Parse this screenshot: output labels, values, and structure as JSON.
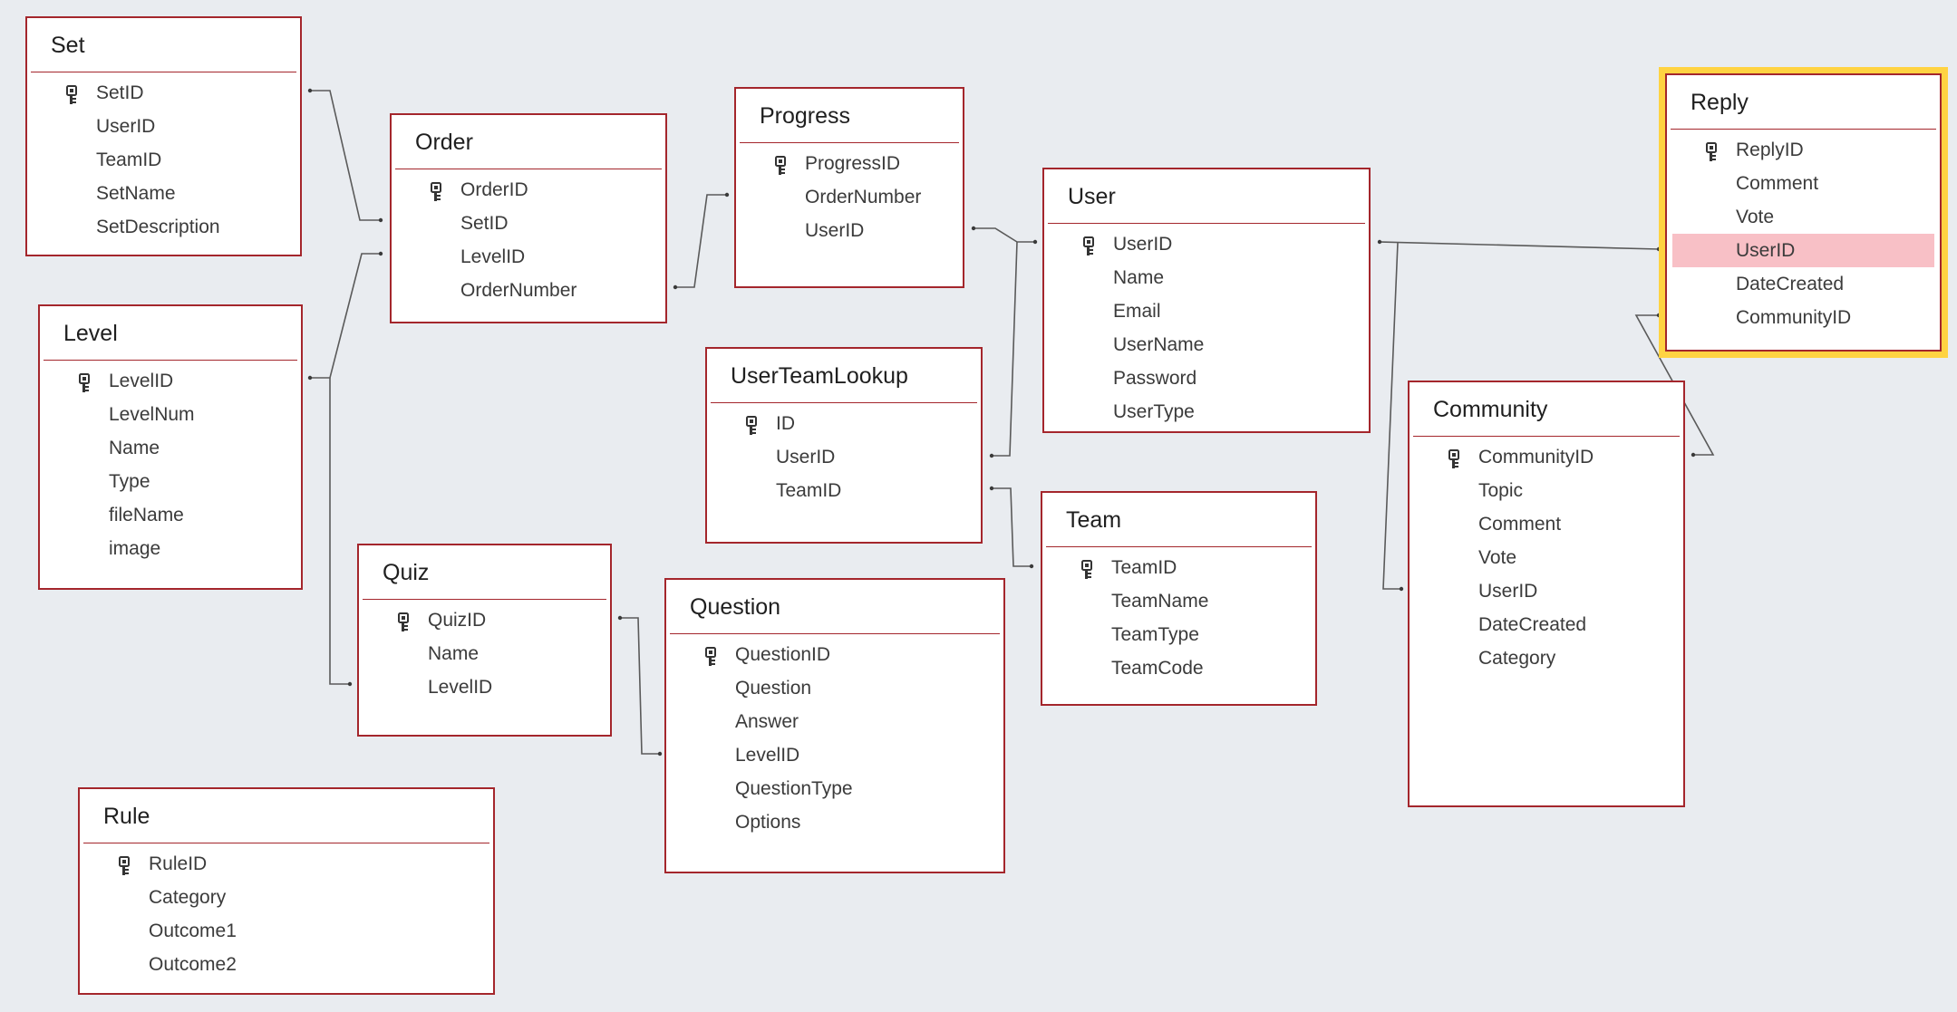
{
  "colors": {
    "background": "#e9ecf0",
    "table_border": "#a4262c",
    "selection": "#ffd342",
    "highlight_row": "#f8c0c6",
    "link": "#5a5a5a"
  },
  "tables": [
    {
      "id": "set",
      "title": "Set",
      "fields": [
        {
          "name": "SetID",
          "pk": true
        },
        {
          "name": "UserID"
        },
        {
          "name": "TeamID"
        },
        {
          "name": "SetName"
        },
        {
          "name": "SetDescription"
        }
      ]
    },
    {
      "id": "level",
      "title": "Level",
      "fields": [
        {
          "name": "LevelID",
          "pk": true
        },
        {
          "name": "LevelNum"
        },
        {
          "name": "Name"
        },
        {
          "name": "Type"
        },
        {
          "name": "fileName"
        },
        {
          "name": "image"
        }
      ]
    },
    {
      "id": "order",
      "title": "Order",
      "fields": [
        {
          "name": "OrderID",
          "pk": true
        },
        {
          "name": "SetID"
        },
        {
          "name": "LevelID"
        },
        {
          "name": "OrderNumber"
        }
      ]
    },
    {
      "id": "progress",
      "title": "Progress",
      "fields": [
        {
          "name": "ProgressID",
          "pk": true
        },
        {
          "name": "OrderNumber"
        },
        {
          "name": "UserID"
        }
      ]
    },
    {
      "id": "userteamlookup",
      "title": "UserTeamLookup",
      "fields": [
        {
          "name": "ID",
          "pk": true
        },
        {
          "name": "UserID"
        },
        {
          "name": "TeamID"
        }
      ]
    },
    {
      "id": "user",
      "title": "User",
      "fields": [
        {
          "name": "UserID",
          "pk": true
        },
        {
          "name": "Name"
        },
        {
          "name": "Email"
        },
        {
          "name": "UserName"
        },
        {
          "name": "Password"
        },
        {
          "name": "UserType"
        }
      ]
    },
    {
      "id": "team",
      "title": "Team",
      "fields": [
        {
          "name": "TeamID",
          "pk": true
        },
        {
          "name": "TeamName"
        },
        {
          "name": "TeamType"
        },
        {
          "name": "TeamCode"
        }
      ]
    },
    {
      "id": "quiz",
      "title": "Quiz",
      "fields": [
        {
          "name": "QuizID",
          "pk": true
        },
        {
          "name": "Name"
        },
        {
          "name": "LevelID"
        }
      ]
    },
    {
      "id": "question",
      "title": "Question",
      "fields": [
        {
          "name": "QuestionID",
          "pk": true
        },
        {
          "name": "Question"
        },
        {
          "name": "Answer"
        },
        {
          "name": "LevelID"
        },
        {
          "name": "QuestionType"
        },
        {
          "name": "Options"
        }
      ]
    },
    {
      "id": "rule",
      "title": "Rule",
      "fields": [
        {
          "name": "RuleID",
          "pk": true
        },
        {
          "name": "Category"
        },
        {
          "name": "Outcome1"
        },
        {
          "name": "Outcome2"
        }
      ]
    },
    {
      "id": "community",
      "title": "Community",
      "fields": [
        {
          "name": "CommunityID",
          "pk": true
        },
        {
          "name": "Topic"
        },
        {
          "name": "Comment"
        },
        {
          "name": "Vote"
        },
        {
          "name": "UserID"
        },
        {
          "name": "DateCreated"
        },
        {
          "name": "Category"
        }
      ]
    },
    {
      "id": "reply",
      "title": "Reply",
      "selected": true,
      "fields": [
        {
          "name": "ReplyID",
          "pk": true
        },
        {
          "name": "Comment"
        },
        {
          "name": "Vote"
        },
        {
          "name": "UserID",
          "highlighted": true
        },
        {
          "name": "DateCreated"
        },
        {
          "name": "CommunityID"
        }
      ]
    }
  ],
  "relationships": [
    {
      "from": "Set.SetID",
      "to": "Order.SetID"
    },
    {
      "from": "Level.LevelID",
      "to": "Order.LevelID"
    },
    {
      "from": "Level.LevelID",
      "to": "Quiz.LevelID"
    },
    {
      "from": "Order.OrderNumber",
      "to": "Progress.OrderNumber"
    },
    {
      "from": "User.UserID",
      "to": "Progress.UserID"
    },
    {
      "from": "User.UserID",
      "to": "UserTeamLookup.UserID"
    },
    {
      "from": "Team.TeamID",
      "to": "UserTeamLookup.TeamID"
    },
    {
      "from": "User.UserID",
      "to": "Reply.UserID"
    },
    {
      "from": "User.UserID",
      "to": "Community.UserID"
    },
    {
      "from": "Community.CommunityID",
      "to": "Reply.CommunityID"
    },
    {
      "from": "Quiz.QuizID",
      "to": "Question.LevelID"
    }
  ]
}
